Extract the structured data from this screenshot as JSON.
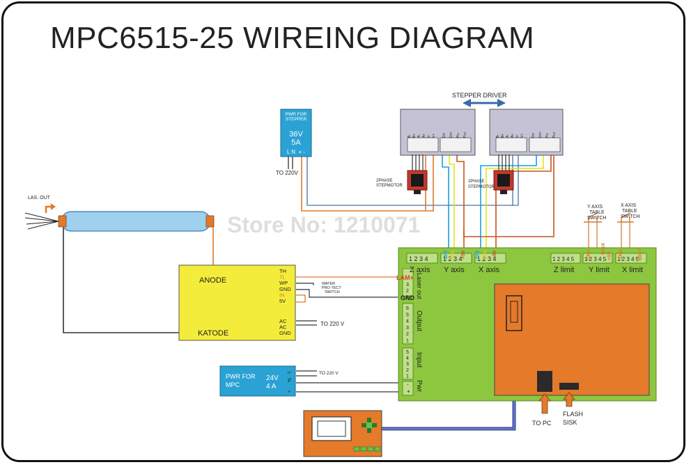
{
  "title": "MPC6515-25 WIREING DIAGRAM",
  "watermark": "Store No: 1210071",
  "stepper_driver": {
    "label": "STEPPER DRIVER",
    "terminals_left": [
      "B-",
      "B+",
      "A-",
      "A+",
      "V-",
      "V+"
    ],
    "terminals_right": [
      "Dir-",
      "Dir+",
      "Pu-",
      "Pu+"
    ],
    "motor_label_1": "2PHASE",
    "motor_label_2": "STEPMOTOR"
  },
  "stepper_psu": {
    "title_1": "PWR FOR",
    "title_2": "STEPPER",
    "voltage": "36V",
    "current": "5A",
    "terminals": "L N  + -",
    "to_mains": "TO 220V"
  },
  "laser": {
    "out_label": "LAS. OUT"
  },
  "laser_psu": {
    "anode": "ANODE",
    "katode": "KATODE",
    "pins": [
      "TH",
      "TL",
      "WP",
      "GND",
      "IN",
      "5V"
    ],
    "ac_pins": [
      "AC",
      "AC",
      "GND"
    ],
    "to_mains": "TO 220 V",
    "water_1": "WATER",
    "water_2": "PRO TECT",
    "water_3": "SWITCH"
  },
  "mpc_psu": {
    "title_1": "PWR FOR",
    "title_2": "MPC",
    "voltage": "24V",
    "current": "4 A",
    "terminals": [
      "L",
      "N",
      "-",
      "+"
    ],
    "to_mains": "TO 220 V"
  },
  "controller": {
    "z_axis": {
      "label": "Z axis",
      "pins": "1 2 3 4"
    },
    "y_axis": {
      "label": "Y axis",
      "pins": "1 2 3 4"
    },
    "x_axis": {
      "label": "X axis",
      "pins": "1 2 3 4"
    },
    "z_limit": {
      "label": "Z limit",
      "pins": "1 2 3 4 5"
    },
    "y_limit": {
      "label": "Y limit",
      "pins": "1 2 3 4 5"
    },
    "x_limit": {
      "label": "X limit",
      "pins": "1 2 3 4 5"
    },
    "laser_out": "Laser out",
    "laser_pin_labels": [
      "LAM+",
      "GND"
    ],
    "output": "Output",
    "input": "Input",
    "pwr": "Pwr",
    "axis_wire_labels": [
      "DIR",
      "PUL",
      "+5V"
    ],
    "limit_wire_labels": [
      "GND",
      "+5V",
      "BIGX",
      "BIGY"
    ]
  },
  "limit_switch_labels": {
    "y_1": "Y AXIS",
    "y_2": "TABLE",
    "y_3": "SWITCH",
    "x_1": "X AXIS",
    "x_2": "TABLE",
    "x_3": "SWITCH"
  },
  "to_pc": "TO PC",
  "flash_1": "FLASH",
  "flash_2": "SISK"
}
